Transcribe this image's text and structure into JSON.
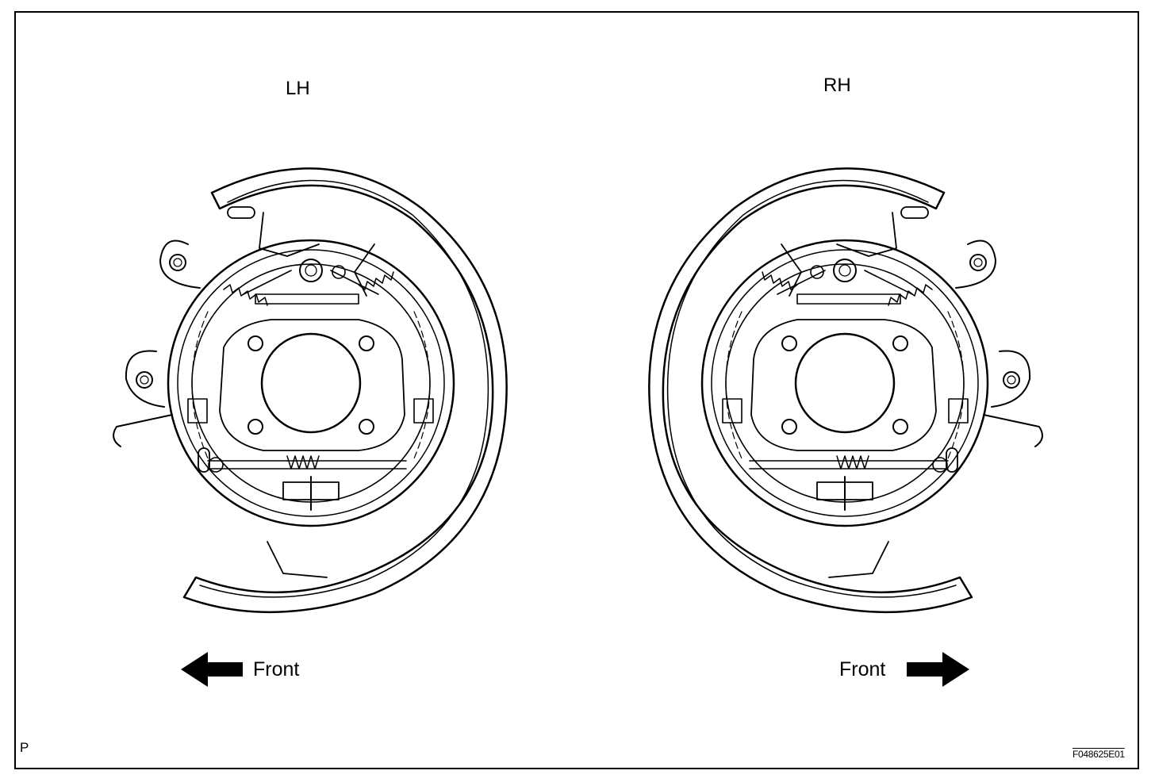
{
  "labels": {
    "lh": "LH",
    "rh": "RH",
    "front_left": "Front",
    "front_right": "Front",
    "corner": "P",
    "figure_code": "F048625E01"
  },
  "icons": {
    "left_assembly": "brake-backing-plate-assembly",
    "right_assembly": "brake-backing-plate-assembly",
    "left_arrow": "arrow-left-icon",
    "right_arrow": "arrow-right-icon"
  },
  "colors": {
    "line": "#000000",
    "background": "#ffffff"
  }
}
